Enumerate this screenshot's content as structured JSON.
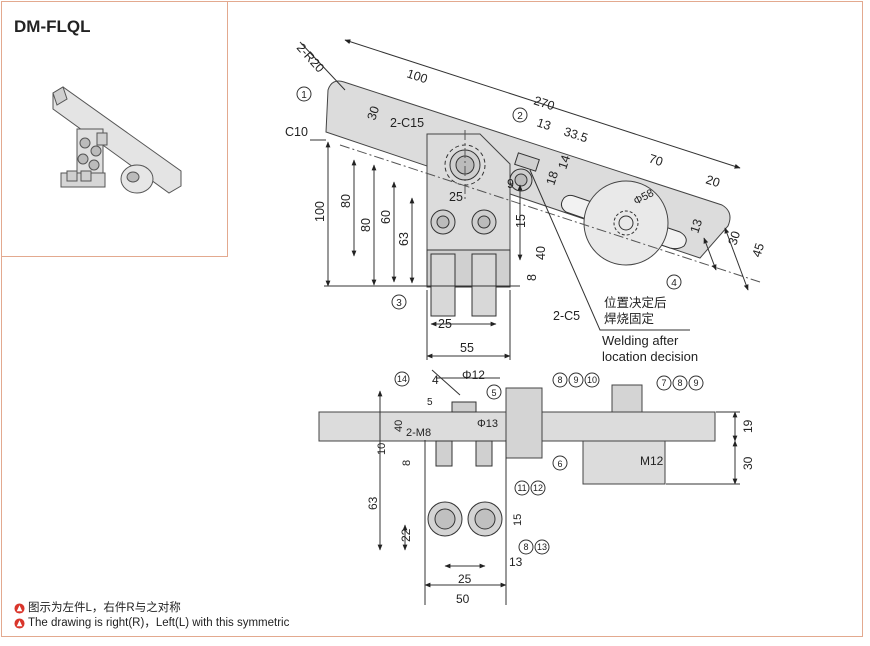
{
  "title": "DM-FLQL",
  "notes": [
    "图示为左件L，右件R与之对称",
    "The drawing is right(R)，Left(L) with this symmetric"
  ],
  "callout_welding_cn_1": "位置决定后",
  "callout_welding_cn_2": "焊烧固定",
  "callout_welding_en_1": "Welding after",
  "callout_welding_en_2": "location decision",
  "balloons": {
    "b1": "1",
    "b2": "2",
    "b3": "3",
    "b4": "4",
    "b5": "5",
    "b6": "6",
    "b14": "14",
    "b8_9_10": [
      "8",
      "9",
      "10"
    ],
    "b7_8_9": [
      "7",
      "8",
      "9"
    ],
    "b11_12": [
      "11",
      "12"
    ],
    "b8_13": [
      "8",
      "13"
    ]
  },
  "dims_top": {
    "r20": "2-R20",
    "d100": "100",
    "d270": "270",
    "d30a": "30",
    "c15": "2-C15",
    "c10": "C10",
    "d13": "13",
    "d33_5": "33.5",
    "d14": "14",
    "d18": "18",
    "d9": "9",
    "d70": "70",
    "d20": "20",
    "phi58": "Φ58",
    "d13b": "13",
    "d30b": "30",
    "d45": "45",
    "d25a": "25",
    "d15": "15",
    "d40": "40",
    "d8": "8",
    "c5": "2-C5",
    "d100v": "100",
    "d80a": "80",
    "d80b": "80",
    "d60": "60",
    "d63": "63",
    "d25b": "25",
    "d55": "55"
  },
  "dims_bottom": {
    "phi12": "Φ12",
    "d4": "4",
    "d5": "5",
    "d40": "40",
    "m8": "2-M8",
    "phi13": "Φ13",
    "d10": "10",
    "d8": "8",
    "d19": "19",
    "d30": "30",
    "m12": "M12",
    "d63": "63",
    "d22": "22",
    "d15": "15",
    "d13": "13",
    "d25": "25",
    "d50": "50"
  }
}
